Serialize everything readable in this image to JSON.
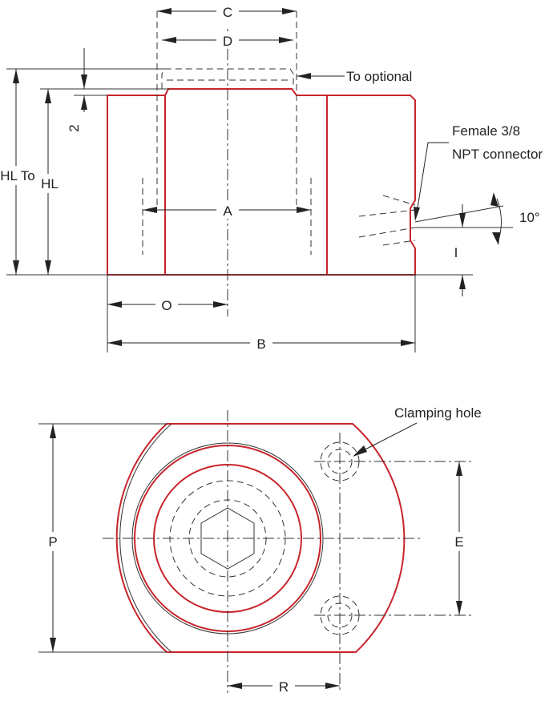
{
  "colors": {
    "part_outline": "#c8252b",
    "line": "#222222",
    "background": "#ffffff"
  },
  "labels": {
    "C": "C",
    "D": "D",
    "to_optional": "To optional",
    "dim_2": "2",
    "hl_to": "HL To",
    "hl": "HL",
    "A": "A",
    "female_line1": "Female 3/8",
    "female_line2": "NPT connector",
    "angle": "10°",
    "I": "I",
    "O": "O",
    "B": "B",
    "clamping_hole": "Clamping hole",
    "P": "P",
    "E": "E",
    "R": "R"
  }
}
